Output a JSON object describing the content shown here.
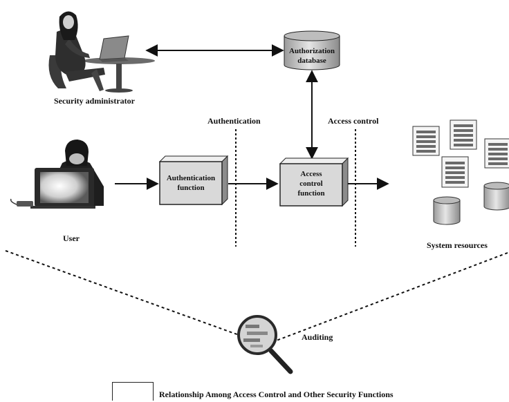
{
  "labels": {
    "security_admin": "Security administrator",
    "user": "User",
    "authentication": "Authentication",
    "access_control": "Access control",
    "system_resources": "System resources",
    "auditing": "Auditing",
    "authz_db_line1": "Authorization",
    "authz_db_line2": "database",
    "auth_func_line1": "Authentication",
    "auth_func_line2": "function",
    "acf_line1": "Access",
    "acf_line2": "control",
    "acf_line3": "function"
  },
  "caption": "Relationship Among Access Control and Other Security Functions",
  "colors": {
    "box_fill": "#d9d9d9",
    "box_side": "#8c8c8c",
    "stroke": "#111111"
  }
}
